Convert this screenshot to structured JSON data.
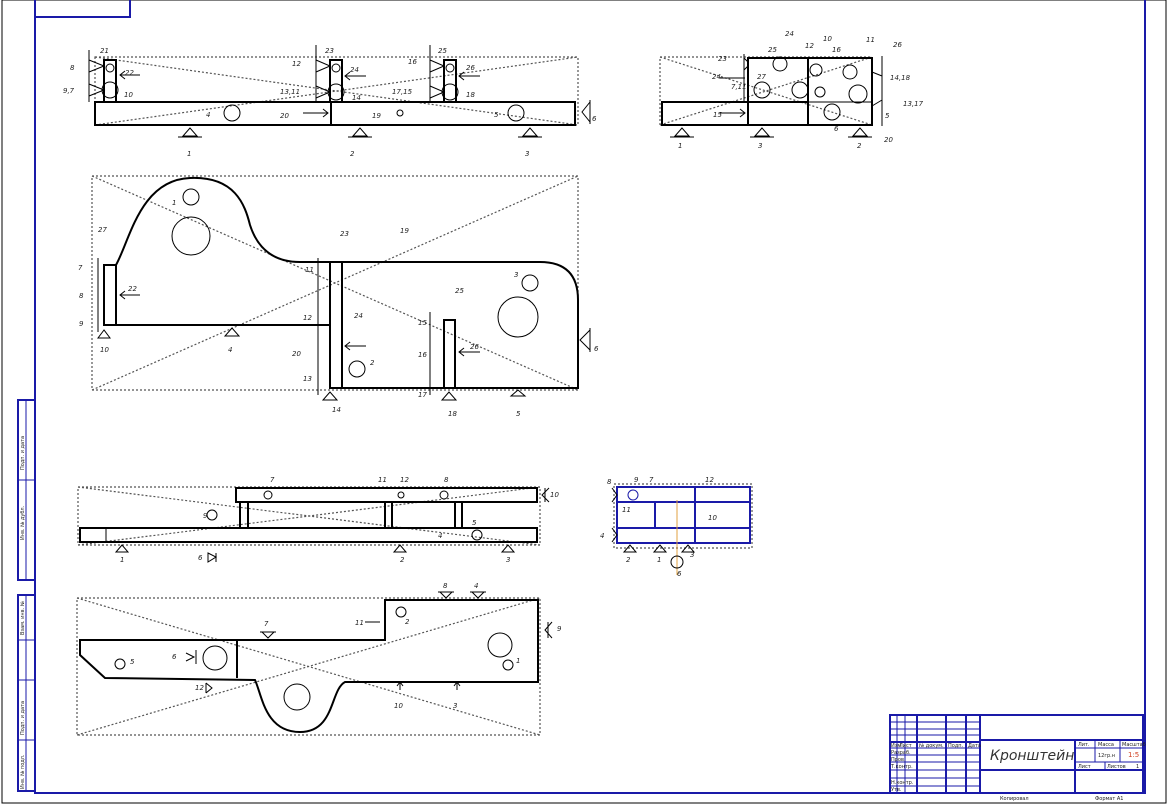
{
  "drawing": {
    "title": "Кронштейн",
    "title_block": {
      "headers": [
        "Изм",
        "Лист",
        "№ докум.",
        "Подп.",
        "Дата"
      ],
      "rows": [
        "Разраб.",
        "Пров.",
        "Т.контр.",
        "Н.контр.",
        "Утв."
      ],
      "lit_label": "Лит.",
      "mass_label": "Масса",
      "scale_label": "Масштаб",
      "mass_value": "12гр.н",
      "scale_value": "1:5",
      "sheet_label": "Лист",
      "sheets_label": "Листов",
      "sheets_value": "1",
      "copied": "Копировал",
      "format": "Формат A1"
    },
    "side_strip": [
      "Подп. и дата",
      "Инв. № дубл.",
      "Взам. инв. №",
      "Подп. и дата",
      "Инв. № подл."
    ],
    "colors": {
      "frame": "#1a1aa8",
      "line": "#000000",
      "stamp": "#d04020"
    }
  },
  "views": {
    "v1": [
      "8",
      "9,7",
      "21",
      "22",
      "10",
      "12",
      "23",
      "24",
      "13,11",
      "14",
      "16",
      "25",
      "26",
      "17,15",
      "18",
      "4",
      "20",
      "19",
      "5",
      "6",
      "1",
      "2",
      "3"
    ],
    "v2": [
      "23",
      "24",
      "7,11",
      "27",
      "25",
      "24",
      "12",
      "10",
      "16",
      "11",
      "26",
      "14,18",
      "13,17",
      "5",
      "20",
      "15",
      "1",
      "3",
      "2",
      "6"
    ],
    "v3": [
      "1",
      "27",
      "7",
      "8",
      "9",
      "22",
      "10",
      "4",
      "23",
      "19",
      "11",
      "12",
      "24",
      "20",
      "13",
      "14",
      "2",
      "3",
      "25",
      "15",
      "16",
      "26",
      "17",
      "18",
      "5",
      "6"
    ],
    "v4": [
      "7",
      "11",
      "12",
      "8",
      "9",
      "5",
      "4",
      "10",
      "6",
      "1",
      "2",
      "3"
    ],
    "v5": [
      "8",
      "9",
      "7",
      "12",
      "11",
      "10",
      "4",
      "2",
      "1",
      "3",
      "6"
    ],
    "v6": [
      "8",
      "4",
      "11",
      "2",
      "9",
      "7",
      "1",
      "5",
      "6",
      "12",
      "10",
      "3"
    ]
  }
}
